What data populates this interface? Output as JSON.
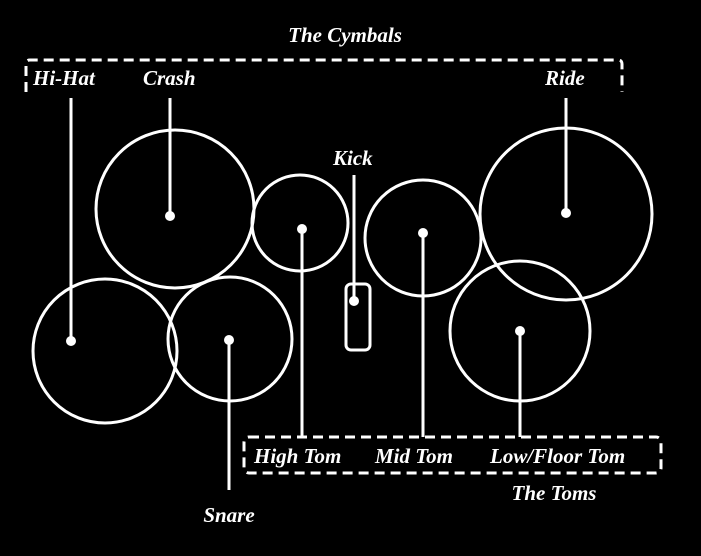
{
  "groups": {
    "cymbals": "The Cymbals",
    "toms": "The Toms"
  },
  "pieces": {
    "hihat": "Hi-Hat",
    "crash": "Crash",
    "ride": "Ride",
    "kick": "Kick",
    "high_tom": "High Tom",
    "mid_tom": "Mid Tom",
    "floor_tom": "Low/Floor Tom",
    "snare": "Snare"
  },
  "colors": {
    "background": "#000000",
    "stroke": "#ffffff"
  }
}
